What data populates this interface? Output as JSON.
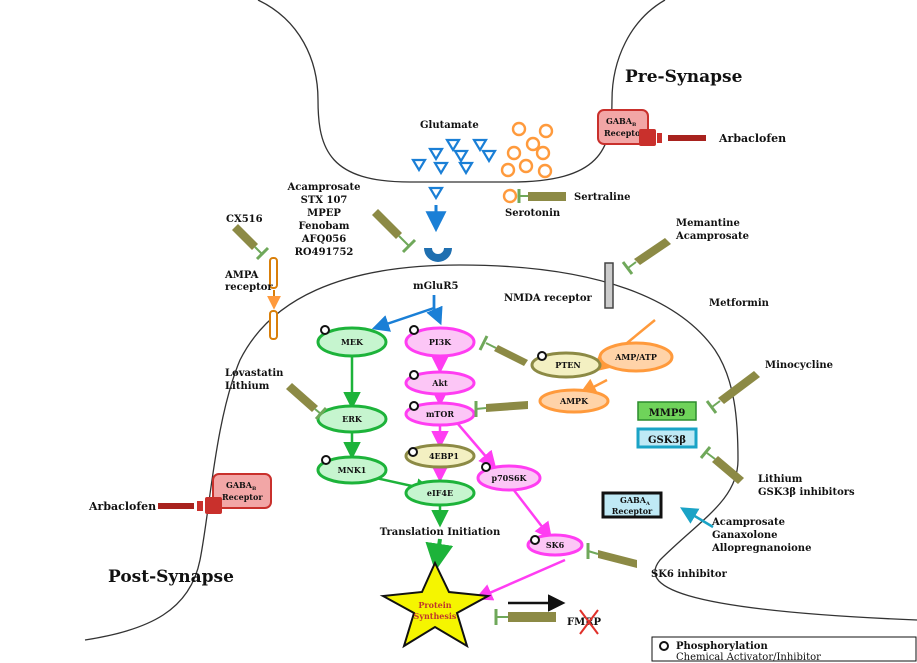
{
  "regions": {
    "pre_synapse": "Pre-Synapse",
    "post_synapse": "Post-Synapse"
  },
  "vesicles": {
    "glutamate": "Glutamate",
    "serotonin": "Serotonin"
  },
  "receptors": {
    "gabab_pre": [
      "GABA",
      "B",
      "Receptor"
    ],
    "gabab_post": [
      "GABA",
      "B",
      "Receptor"
    ],
    "gabaa": [
      "GABA",
      "A",
      "Receptor"
    ],
    "mglur5": "mGluR5",
    "nmda": "NMDA receptor",
    "ampa": [
      "AMPA",
      "receptor"
    ]
  },
  "drugs": {
    "arbaclofen_pre": "Arbaclofen",
    "arbaclofen_post": "Arbaclofen",
    "sertraline": "Sertraline",
    "mglur5_group": [
      "Acamprosate",
      "STX 107",
      "MPEP",
      "Fenobam",
      "AFQ056",
      "RO491752"
    ],
    "cx516": "CX516",
    "memantine_group": [
      "Memantine",
      "Acamprosate"
    ],
    "metformin": "Metformin",
    "lovastatin_group": [
      "Lovastatin",
      "Lithium"
    ],
    "minocycline": "Minocycline",
    "lithium_group": [
      "Lithium",
      "GSK3β inhibitors"
    ],
    "gabaa_group": [
      "Acamprosate",
      "Ganaxolone",
      "Allopregnanoione"
    ],
    "sk6_inhibitor": "SK6 inhibitor"
  },
  "nodes": {
    "mek": "MEK",
    "erk": "ERK",
    "mnk1": "MNK1",
    "pi3k": "PI3K",
    "akt": "Akt",
    "mtor": "mTOR",
    "ebp1": "4EBP1",
    "eif4e": "eIF4E",
    "p70s6k": "p70S6K",
    "sk6": "SK6",
    "pten": "PTEN",
    "ampatp": "AMP/ATP",
    "ampk": "AMPK",
    "mmp9": "MMP9",
    "gsk3b": "GSK3β"
  },
  "translation": "Translation Initiation",
  "protein_synthesis": [
    "Protein",
    "Synthesis"
  ],
  "fmrp": "FMRP",
  "legend": {
    "phosphorylation": "Phosphorylation",
    "chemical": "Chemical Activator/Inhibitor"
  },
  "colors": {
    "green": "#1db33a",
    "magenta": "#ff3df2",
    "orange": "#ff9a3c",
    "blue": "#1a7fd6",
    "olive": "#8c8a45",
    "star": "#f5f500",
    "gaba_red": "#e05a5a"
  }
}
